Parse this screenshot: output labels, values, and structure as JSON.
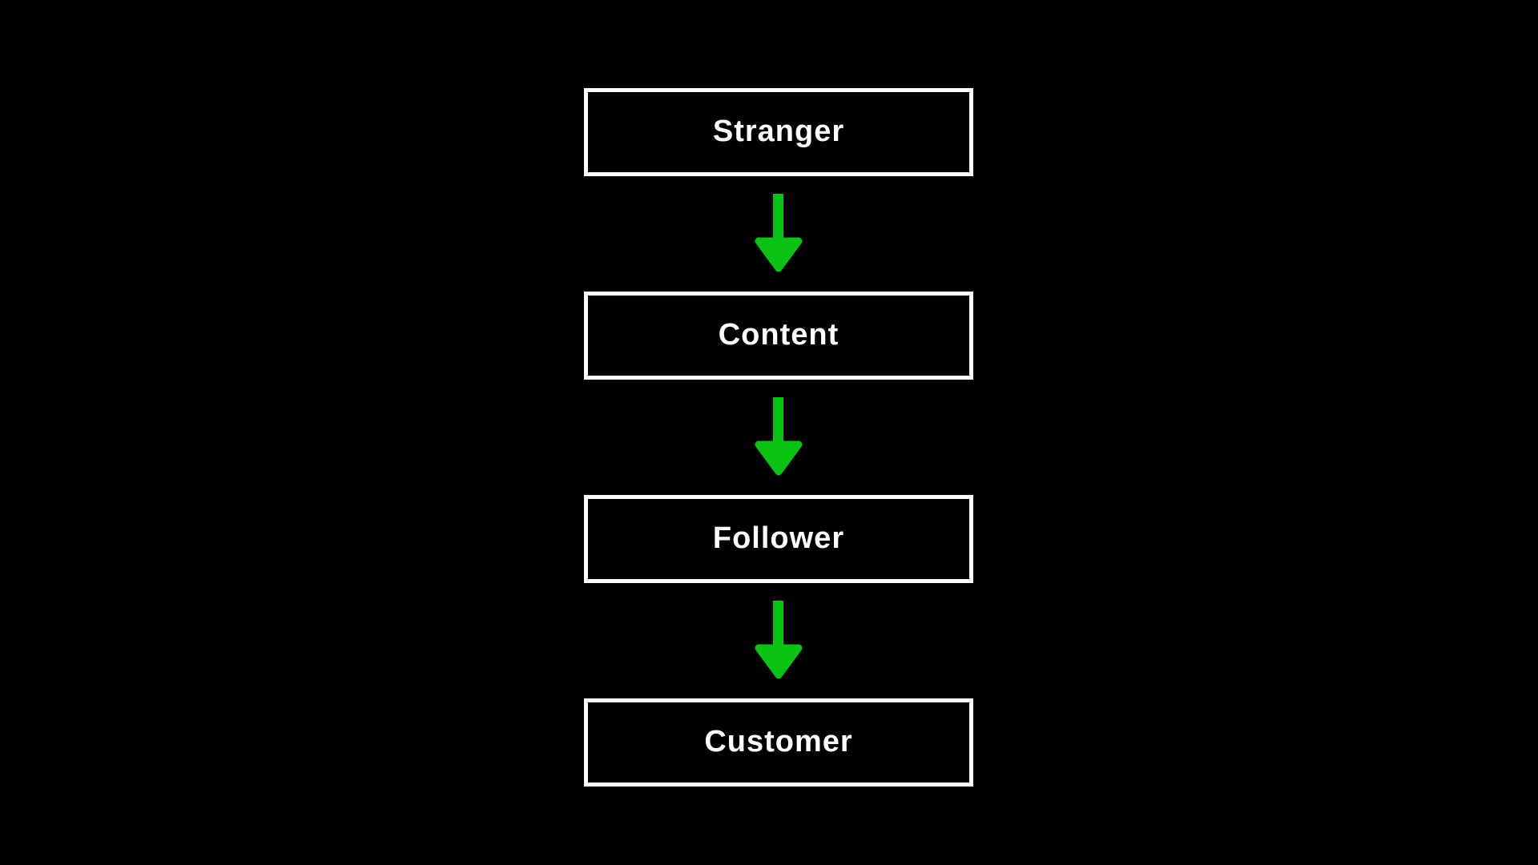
{
  "diagram": {
    "type": "flowchart",
    "direction": "top-down",
    "nodes": [
      {
        "label": "Stranger"
      },
      {
        "label": "Content"
      },
      {
        "label": "Follower"
      },
      {
        "label": "Customer"
      }
    ],
    "edges": [
      {
        "from": "Stranger",
        "to": "Content"
      },
      {
        "from": "Content",
        "to": "Follower"
      },
      {
        "from": "Follower",
        "to": "Customer"
      }
    ],
    "colors": {
      "background": "#000000",
      "box_fill": "#000000",
      "box_border": "#ffffff",
      "label_text": "#ffffff",
      "arrow": "#0bc314"
    }
  }
}
